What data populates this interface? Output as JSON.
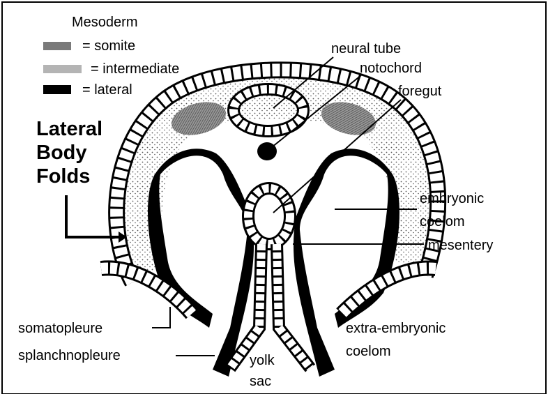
{
  "legend": {
    "title": "Mesoderm",
    "items": [
      {
        "label": "= somite",
        "color": "#7a7a7a"
      },
      {
        "label": "= intermediate",
        "color": "#b4b4b4"
      },
      {
        "label": "= lateral",
        "color": "#000000"
      }
    ]
  },
  "side_title": [
    "Lateral",
    "Body",
    "Folds"
  ],
  "labels": {
    "neural_tube": "neural tube",
    "notochord": "notochord",
    "foregut": "foregut",
    "embryonic_coelom": [
      "embryonic",
      "coelom"
    ],
    "mesentery": "mesentery",
    "somatopleure": "somatopleure",
    "splanchnopleure": "splanchnopleure",
    "yolk_sac": [
      "yolk",
      "sac"
    ],
    "extra_embryonic_coelom": [
      "extra-embryonic",
      "coelom"
    ]
  },
  "colors": {
    "ectoderm_cells": "#ffffff",
    "stipple": "#9a9a9a",
    "lateral_mesoderm": "#000000",
    "somite": "#7a7a7a"
  }
}
